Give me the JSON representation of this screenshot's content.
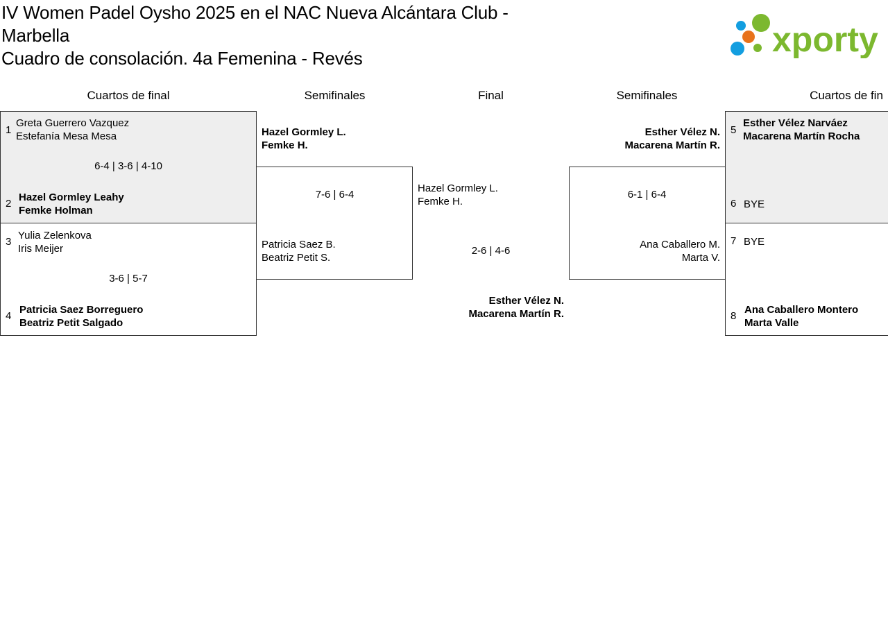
{
  "header": {
    "title_line1": "IV Women Padel Oysho 2025 en el NAC Nueva Alcántara Club -",
    "title_line2": "Marbella",
    "title_line3": "Cuadro de consolación. 4a Femenina - Revés",
    "logo_text": "xporty"
  },
  "colors": {
    "logo_green": "#7cb82f",
    "logo_blue": "#139ee0",
    "logo_orange": "#e8731c",
    "box_grey": "#eeeeee"
  },
  "columns": {
    "left_qf": "Cuartos de final",
    "left_sf": "Semifinales",
    "final": "Final",
    "right_sf": "Semifinales",
    "right_qf": "Cuartos de fin"
  },
  "left_qf": {
    "m1": {
      "seed_a": "1",
      "a1": "Greta Guerrero Vazquez",
      "a2": "Estefanía Mesa Mesa",
      "score": "6-4 | 3-6 | 4-10",
      "seed_b": "2",
      "b1": "Hazel Gormley Leahy",
      "b2": "Femke Holman"
    },
    "m2": {
      "seed_a": "3",
      "a1": "Yulia Zelenkova",
      "a2": "Iris Meijer",
      "score": "3-6 | 5-7",
      "seed_b": "4",
      "b1": "Patricia Saez Borreguero",
      "b2": "Beatriz Petit Salgado"
    }
  },
  "left_sf": {
    "top1": "Hazel Gormley L.",
    "top2": "Femke H.",
    "score": "7-6 | 6-4",
    "bot1": "Patricia Saez B.",
    "bot2": "Beatriz Petit S."
  },
  "final": {
    "top1": "Hazel Gormley L.",
    "top2": "Femke H.",
    "score": "2-6 | 4-6",
    "bot1": "Esther Vélez N.",
    "bot2": "Macarena Martín R."
  },
  "right_sf": {
    "top1": "Esther Vélez N.",
    "top2": "Macarena Martín R.",
    "score": "6-1 | 6-4",
    "bot1": "Ana Caballero M.",
    "bot2": "Marta V."
  },
  "right_qf": {
    "m1": {
      "seed_a": "5",
      "a1": "Esther Vélez Narváez",
      "a2": "Macarena Martín Rocha",
      "seed_b": "6",
      "b1": "BYE"
    },
    "m2": {
      "seed_a": "7",
      "a1": "BYE",
      "seed_b": "8",
      "b1": "Ana Caballero Montero",
      "b2": "Marta Valle"
    }
  }
}
